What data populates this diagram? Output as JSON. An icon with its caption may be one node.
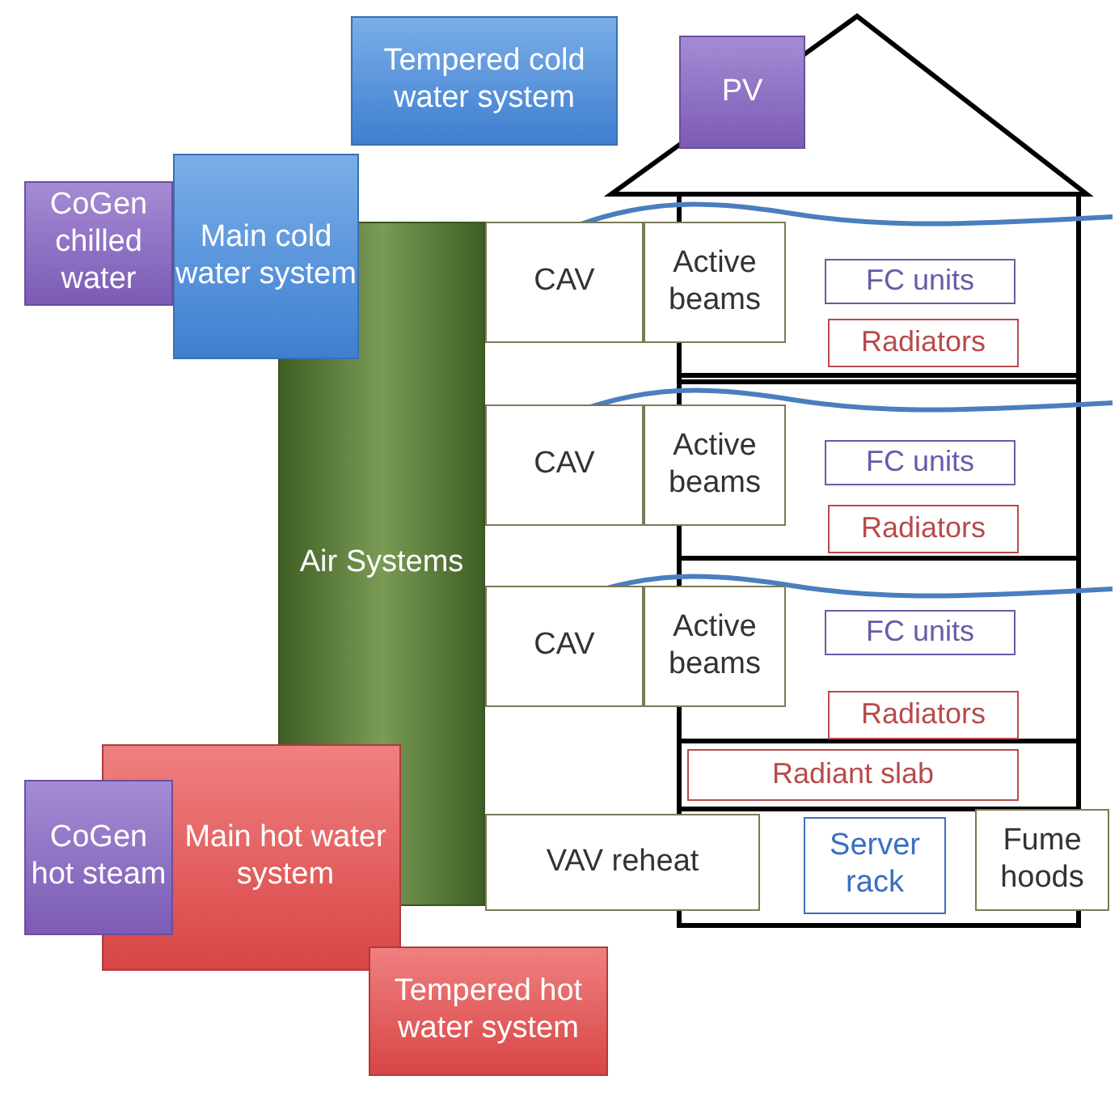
{
  "diagram": {
    "nodes": [
      {
        "text": [
          "Tempered cold water system"
        ]
      },
      {
        "text": [
          "PV"
        ]
      },
      {
        "text": [
          "Main cold water system"
        ]
      },
      {
        "text": [
          "CoGen chilled water"
        ]
      },
      {
        "text": [
          "Air Systems"
        ]
      },
      {
        "text": [
          "CAV"
        ]
      },
      {
        "text": [
          "Active beams"
        ]
      },
      {
        "text": [
          "FC units"
        ]
      },
      {
        "text": [
          "Radiators"
        ]
      },
      {
        "text": [
          "CAV"
        ]
      },
      {
        "text": [
          "Active beams"
        ]
      },
      {
        "text": [
          "FC units"
        ]
      },
      {
        "text": [
          "Radiators"
        ]
      },
      {
        "text": [
          "CAV"
        ]
      },
      {
        "text": [
          "Active beams"
        ]
      },
      {
        "text": [
          "FC units"
        ]
      },
      {
        "text": [
          "Radiators"
        ]
      },
      {
        "text": [
          "Radiant slab"
        ]
      },
      {
        "text": [
          "Main hot water system"
        ]
      },
      {
        "text": [
          "CoGen hot steam"
        ]
      },
      {
        "text": [
          "VAV reheat"
        ]
      },
      {
        "text": [
          "Server rack"
        ]
      },
      {
        "text": [
          "Fume hoods"
        ]
      },
      {
        "text": [
          "Tempered hot water system"
        ]
      }
    ],
    "edges": []
  }
}
